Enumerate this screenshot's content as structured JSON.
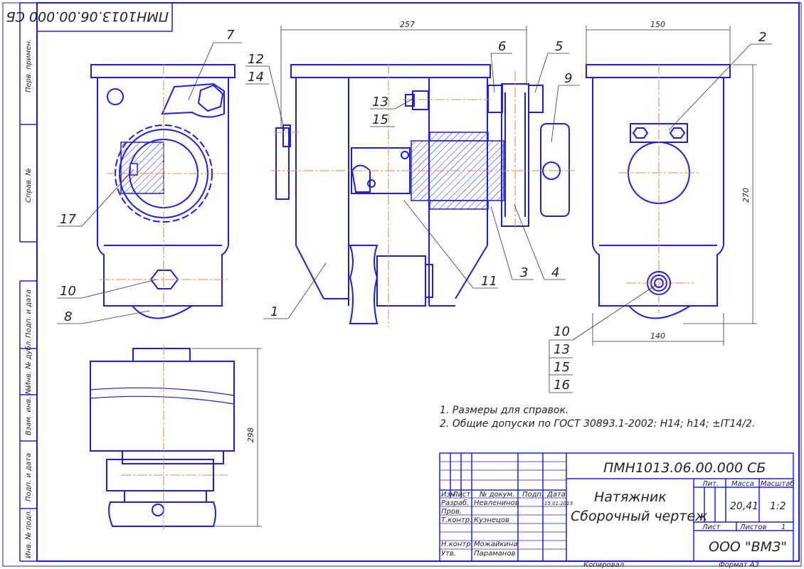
{
  "drawing": {
    "code": "ПМН1013.06.00.000 СБ",
    "code_rotated": "ПМН1013.06.00.000 СБ",
    "title_line1": "Натяжник",
    "title_line2": "Сборочный чертеж",
    "company": "ООО \"ВМЗ\"",
    "mass_value": "20,41",
    "scale_value": "1:2",
    "sheets_count": "1",
    "copied": "Копировал",
    "format": "Формат   А3"
  },
  "notes": [
    "1.  Размеры для справок.",
    "2.  Общие допуски по ГОСТ 30893.1-2002: H14; h14; ±IT14/2."
  ],
  "side_strip": [
    "Перв. примен.",
    "Справ. №",
    "Подп. и дата",
    "Инв. № дубл.",
    "Взам. инв. №",
    "Подп. и дата",
    "Инв. № подл."
  ],
  "title_block": {
    "col_headers": [
      "Изм.",
      "Лист",
      "№ докум.",
      "Подп.",
      "Дата"
    ],
    "rows": [
      {
        "role": "Разраб.",
        "name": "Невленинов",
        "date": "15.01.2013"
      },
      {
        "role": "Пров.",
        "name": "",
        "date": ""
      },
      {
        "role": "Т.контр.",
        "name": "Кузнецов",
        "date": ""
      },
      {
        "role": "",
        "name": "",
        "date": ""
      },
      {
        "role": "Н.контр.",
        "name": "Можайкина",
        "date": ""
      },
      {
        "role": "Утв.",
        "name": "Параманов",
        "date": ""
      }
    ],
    "lit": "Лит.",
    "mass": "Масса",
    "scale": "Масштаб",
    "sheet": "Лист",
    "sheets": "Листов"
  },
  "dimensions": {
    "d257": "257",
    "d150": "150",
    "d270": "270",
    "d140": "140",
    "d298": "298"
  },
  "callouts": {
    "c1": "1",
    "c2": "2",
    "c3": "3",
    "c4": "4",
    "c5": "5",
    "c6": "6",
    "c7": "7",
    "c8": "8",
    "c9": "9",
    "c10a": "10",
    "c11": "11",
    "c12": "12",
    "c14": "14",
    "c13a": "13",
    "c15a": "15",
    "c17": "17",
    "c10b": "10",
    "c13b": "13",
    "c15b": "15",
    "c16": "16"
  },
  "colors": {
    "part_lines": "#1a1aff",
    "frame": "#1a1aff",
    "centerline": "#e8892b",
    "hatching": "#1a1aff"
  }
}
